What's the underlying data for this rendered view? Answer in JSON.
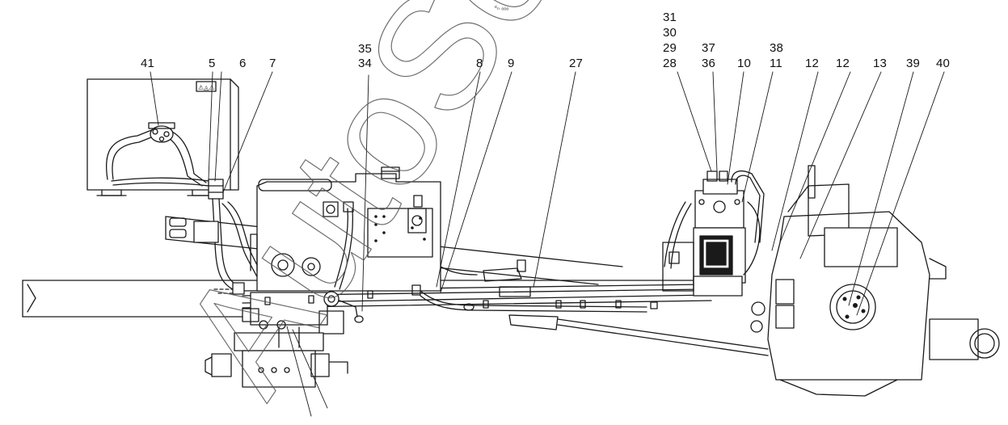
{
  "diagram": {
    "header_mark": "ᵉₙ ₒₒₒ",
    "watermark": "AutoSoft",
    "callouts": [
      {
        "id": "41",
        "label": "41"
      },
      {
        "id": "5",
        "label": "5"
      },
      {
        "id": "6",
        "label": "6"
      },
      {
        "id": "7",
        "label": "7"
      },
      {
        "id": "35",
        "label": "35"
      },
      {
        "id": "34",
        "label": "34"
      },
      {
        "id": "8",
        "label": "8"
      },
      {
        "id": "9",
        "label": "9"
      },
      {
        "id": "27",
        "label": "27"
      },
      {
        "id": "31",
        "label": "31"
      },
      {
        "id": "30",
        "label": "30"
      },
      {
        "id": "29",
        "label": "29"
      },
      {
        "id": "28",
        "label": "28"
      },
      {
        "id": "37",
        "label": "37"
      },
      {
        "id": "36",
        "label": "36"
      },
      {
        "id": "10",
        "label": "10"
      },
      {
        "id": "38",
        "label": "38"
      },
      {
        "id": "11",
        "label": "11"
      },
      {
        "id": "12a",
        "label": "12"
      },
      {
        "id": "12b",
        "label": "12"
      },
      {
        "id": "13",
        "label": "13"
      },
      {
        "id": "39",
        "label": "39"
      },
      {
        "id": "40",
        "label": "40"
      }
    ]
  },
  "colors": {
    "line": "#1a1a1a",
    "fill": "#ffffff",
    "shade": "#2a2a2a"
  }
}
